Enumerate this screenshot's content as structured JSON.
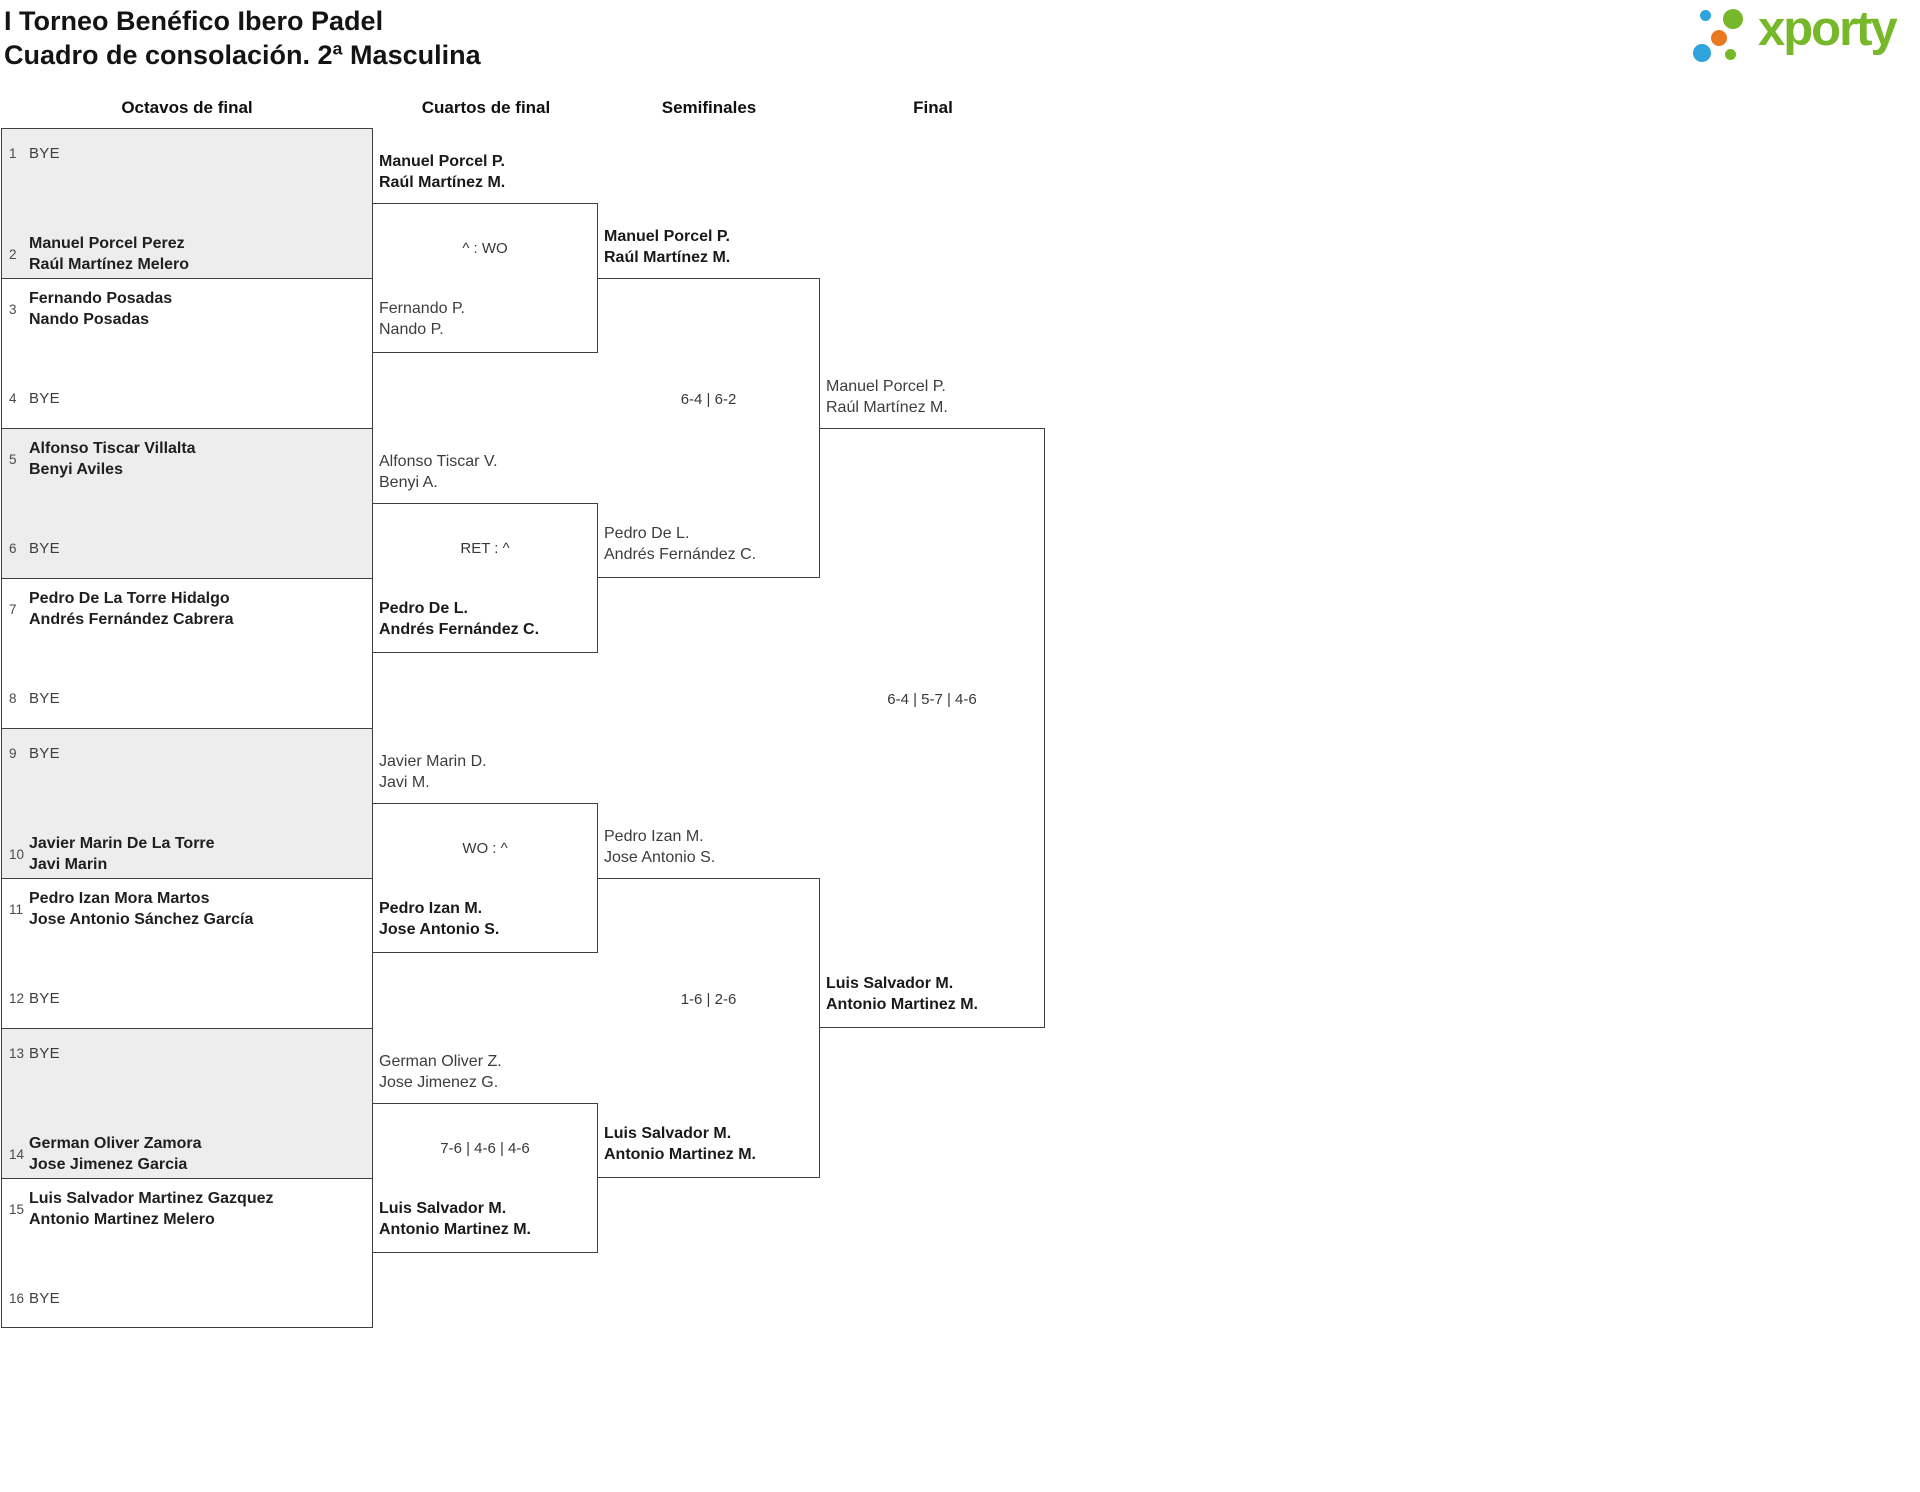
{
  "header": {
    "title_line1": "I Torneo Benéfico Ibero Padel",
    "title_line2": "Cuadro de consolación. 2ª Masculina",
    "logo_text": "xporty"
  },
  "rounds": [
    {
      "label": "Octavos de final"
    },
    {
      "label": "Cuartos de final"
    },
    {
      "label": "Semifinales"
    },
    {
      "label": "Final"
    }
  ],
  "colors": {
    "line": "#3f3f3f",
    "box-gray": "#ededed",
    "brand-green": "#76b82a",
    "brand-blue": "#2fa3db",
    "brand-orange": "#e8791f",
    "text-dark": "#1c1c1c",
    "text-mid": "#3d3d3d",
    "text-muted": "#4a4a4a"
  },
  "seeds": [
    {
      "num": "1",
      "lines": [
        "BYE"
      ]
    },
    {
      "num": "2",
      "lines": [
        "Manuel Porcel Perez",
        "Raúl Martínez Melero"
      ]
    },
    {
      "num": "3",
      "lines": [
        "Fernando Posadas",
        "Nando Posadas"
      ]
    },
    {
      "num": "4",
      "lines": [
        "BYE"
      ]
    },
    {
      "num": "5",
      "lines": [
        "Alfonso Tiscar Villalta",
        "Benyi Aviles"
      ]
    },
    {
      "num": "6",
      "lines": [
        "BYE"
      ]
    },
    {
      "num": "7",
      "lines": [
        "Pedro De La Torre Hidalgo",
        "Andrés Fernández Cabrera"
      ]
    },
    {
      "num": "8",
      "lines": [
        "BYE"
      ]
    },
    {
      "num": "9",
      "lines": [
        "BYE"
      ]
    },
    {
      "num": "10",
      "lines": [
        "Javier Marin De La Torre",
        "Javi Marin"
      ]
    },
    {
      "num": "11",
      "lines": [
        "Pedro Izan Mora Martos",
        "Jose Antonio Sánchez García"
      ]
    },
    {
      "num": "12",
      "lines": [
        "BYE"
      ]
    },
    {
      "num": "13",
      "lines": [
        "BYE"
      ]
    },
    {
      "num": "14",
      "lines": [
        "German Oliver Zamora",
        "Jose Jimenez Garcia"
      ]
    },
    {
      "num": "15",
      "lines": [
        "Luis Salvador Martinez Gazquez",
        "Antonio Martinez Melero"
      ]
    },
    {
      "num": "16",
      "lines": [
        "BYE"
      ]
    }
  ],
  "matches": {
    "quarterfinals": [
      {
        "top": {
          "line1": "Manuel Porcel P.",
          "line2": "Raúl Martínez M.",
          "winner": true
        },
        "bottom": {
          "line1": "Fernando P.",
          "line2": "Nando P.",
          "winner": false
        },
        "score": "^ : WO"
      },
      {
        "top": {
          "line1": "Alfonso Tiscar V.",
          "line2": "Benyi A.",
          "winner": false
        },
        "bottom": {
          "line1": "Pedro De L.",
          "line2": "Andrés Fernández C.",
          "winner": true
        },
        "score": "RET : ^"
      },
      {
        "top": {
          "line1": "Javier Marin D.",
          "line2": "Javi M.",
          "winner": false
        },
        "bottom": {
          "line1": "Pedro Izan M.",
          "line2": "Jose Antonio S.",
          "winner": true
        },
        "score": "WO : ^"
      },
      {
        "top": {
          "line1": "German Oliver Z.",
          "line2": "Jose Jimenez G.",
          "winner": false
        },
        "bottom": {
          "line1": "Luis Salvador M.",
          "line2": "Antonio Martinez M.",
          "winner": true
        },
        "score": "7-6 | 4-6 | 4-6"
      }
    ],
    "semifinals": [
      {
        "top": {
          "line1": "Manuel Porcel P.",
          "line2": "Raúl Martínez M.",
          "winner": true
        },
        "bottom": {
          "line1": "Pedro De L.",
          "line2": "Andrés Fernández C.",
          "winner": false
        },
        "score": "6-4 | 6-2"
      },
      {
        "top": {
          "line1": "Pedro Izan M.",
          "line2": "Jose Antonio S.",
          "winner": false
        },
        "bottom": {
          "line1": "Luis Salvador M.",
          "line2": "Antonio Martinez M.",
          "winner": true
        },
        "score": "1-6 | 2-6"
      }
    ],
    "final": [
      {
        "top": {
          "line1": "Manuel Porcel P.",
          "line2": "Raúl Martínez M.",
          "winner": false
        },
        "bottom": {
          "line1": "Luis Salvador M.",
          "line2": "Antonio Martinez M.",
          "winner": true
        },
        "score": "6-4 | 5-7 | 4-6"
      }
    ]
  }
}
